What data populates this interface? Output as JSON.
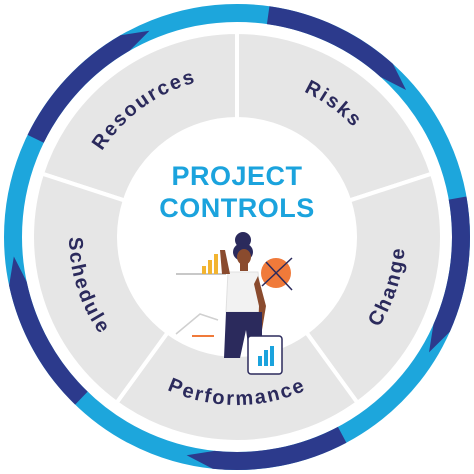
{
  "title": {
    "line1": "PROJECT",
    "line2": "CONTROLS"
  },
  "segments": [
    {
      "label": "Resources"
    },
    {
      "label": "Risks"
    },
    {
      "label": "Change"
    },
    {
      "label": "Performance"
    },
    {
      "label": "Schedule"
    }
  ],
  "colors": {
    "title": "#1ba3dd",
    "label": "#2b2a5c",
    "segment_fill": "#e6e6e6",
    "segment_border": "#ffffff",
    "ring_light": "#1da6dc",
    "ring_dark": "#2c3a8c",
    "figure_skin": "#8a4b2e",
    "figure_top": "#f2f2f2",
    "figure_pants": "#2b2a5c",
    "accent_orange": "#f07a3a",
    "chart_bars": "#f2b430"
  },
  "icons": {
    "figure": "person-presenting-illustration",
    "chart": "bar-chart-icon",
    "target": "target-icon",
    "clipboard": "clipboard-chart-icon"
  }
}
